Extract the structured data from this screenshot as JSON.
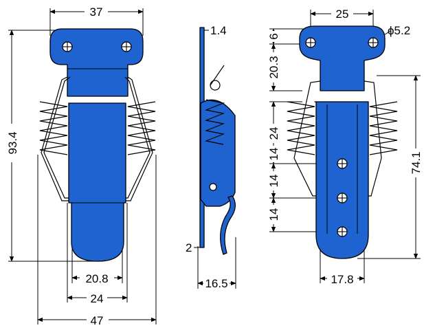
{
  "colors": {
    "part": "#1e63cf",
    "line": "#000000",
    "background": "#ffffff"
  },
  "front_view": {
    "dim_width_top": "37",
    "dim_height_total": "93.4",
    "dim_hook_width": "20.8",
    "dim_body_width": "24",
    "dim_overall_width": "47"
  },
  "side_view": {
    "dim_thickness": "1.4",
    "dim_hook_thickness": "2",
    "dim_depth": "16.5"
  },
  "back_view": {
    "dim_hole_spacing": "25",
    "dim_hole_diameter": "ϕ5.2",
    "dim_top_offset": "6",
    "dim_plate_height": "20.3",
    "dim_spring_height": "24",
    "dim_hole_pitch_1": "14",
    "dim_hole_pitch_2": "14",
    "dim_hole_pitch_3": "14",
    "dim_body_length": "74.1",
    "dim_hook_width": "17.8"
  }
}
